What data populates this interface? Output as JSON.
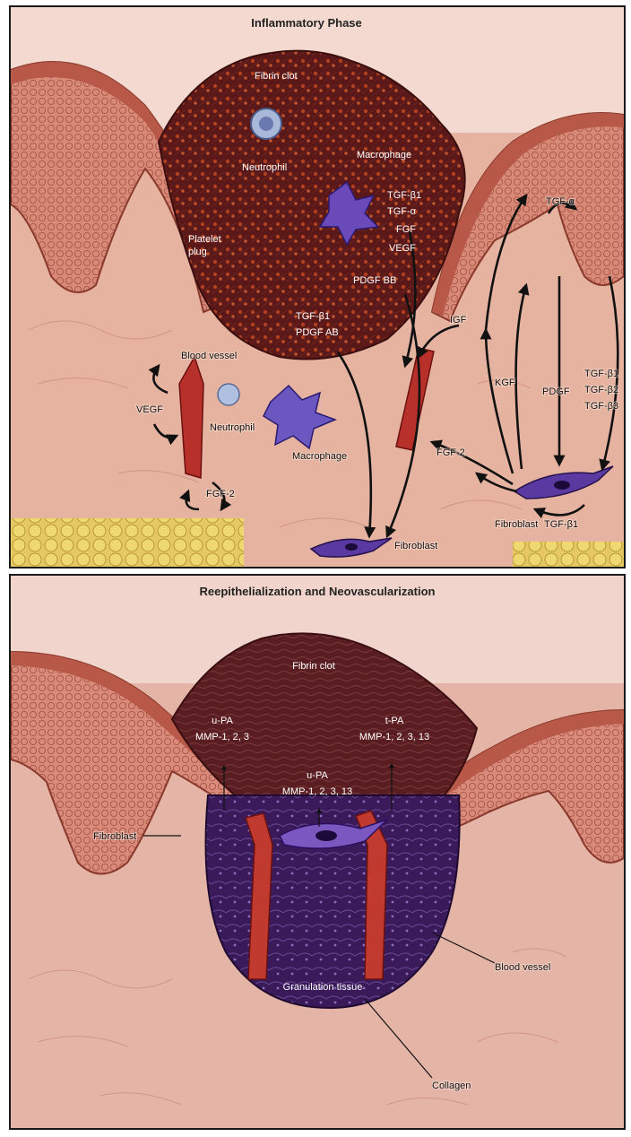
{
  "panel_top": {
    "title": "Inflammatory Phase",
    "labels": {
      "fibrin_clot": "Fibrin clot",
      "neutrophil_top": "Neutrophil",
      "macrophage_top": "Macrophage",
      "platelet_plug": "Platelet\nplug",
      "tgf_b1_a": "TGF-β1",
      "tgf_a": "TGF-α",
      "fgf": "FGF",
      "vegf_center": "VEGF",
      "pdgf_bb": "PDGF BB",
      "tgf_b1_b": "TGF-β1",
      "pdgf_ab": "PDGF AB",
      "igf": "IGF",
      "tgf_alpha_epidermis": "TGF-α",
      "kgf": "KGF",
      "pdgf_right": "PDGF",
      "tgf_b1_right": "TGF-β1",
      "tgf_b2_right": "TGF-β2",
      "tgf_b3_right": "TGF-β3",
      "fgf2_right": "FGF-2",
      "fibroblast_right": "Fibroblast",
      "tgf_b1_bottom": "TGF-β1",
      "blood_vessel": "Blood vessel",
      "vegf_left": "VEGF",
      "neutrophil_left": "Neutrophil",
      "macrophage_bottom": "Macrophage",
      "fgf2_left": "FGF-2",
      "fibroblast_bottom": "Fibroblast"
    }
  },
  "panel_bottom": {
    "title": "Reepithelialization and Neovascularization",
    "labels": {
      "fibrin_clot": "Fibrin clot",
      "upa_left": "u-PA",
      "mmp_left": "MMP-1, 2, 3",
      "tpa": "t-PA",
      "mmp_right": "MMP-1, 2, 3, 13",
      "upa_center": "u-PA",
      "mmp_center": "MMP-1, 2, 3, 13",
      "fibroblast": "Fibroblast",
      "granulation": "Granulation tissue",
      "blood_vessel": "Blood vessel",
      "collagen": "Collagen"
    }
  },
  "colors": {
    "dermis": "#e8b8a8",
    "epidermis": "#c8705e",
    "clot": "#5a1a1a",
    "granulation": "#3a1550",
    "fat": "#e8d060",
    "vessel": "#b8302a",
    "cell_purple": "#5a3aa0"
  }
}
